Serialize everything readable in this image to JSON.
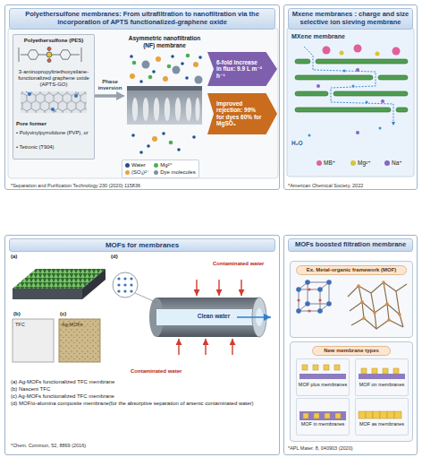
{
  "diagram": {
    "nodes": [
      {
        "text": [
          "Polyethersulfone membranes: From ultrafiltration to nanofiltration via the incorporation of APTS functionalized-graphene oxide"
        ]
      },
      {
        "text": [
          "Polyethersulfone (PES)",
          "3-aminopropyltriethoxysilane-functionalized graphene oxide (APTS-GO)",
          "Pore former",
          "• Polyvinylpyrrolidone (PVP), or",
          "• Tetronic (T904)"
        ],
        "in": 0
      },
      {
        "text": [
          "Asymmetric nanofiltration (NF) membrane"
        ],
        "in": 0
      },
      {
        "text": [
          "6-fold increase in flux: 9.9 L m⁻² h⁻¹"
        ],
        "in": 0
      },
      {
        "text": [
          "Improved rejection: 99% for dyes 60% for MgSO₄"
        ],
        "in": 0
      },
      {
        "text": [
          "Mxene membranes : charge and size selective ion sieving membrane"
        ]
      },
      {
        "text": [
          "MOFs for membranes"
        ]
      },
      {
        "text": [
          "MOFs boosted filtration membrane"
        ]
      },
      {
        "text": [
          "Ex. Metal-organic framework (MOF)"
        ],
        "in": 7
      },
      {
        "text": [
          "New membrane types"
        ],
        "in": 7
      },
      {
        "text": [
          "MOF plus membranes"
        ],
        "in": 9
      },
      {
        "text": [
          "MOF on membranes"
        ],
        "in": 9
      },
      {
        "text": [
          "MOF in membranes"
        ],
        "in": 9
      },
      {
        "text": [
          "MOF as membranes"
        ],
        "in": 9
      }
    ],
    "edges": [
      {
        "from": 1,
        "to": 2,
        "label": "Phase inversion",
        "arrow": "to"
      }
    ],
    "labels": [
      "*Separation and Purification Technology 230 (2020) 115836",
      "MXene membrane",
      "H₂O",
      "MB⁺",
      "Mg²⁺",
      "Na⁺",
      "*American Chemical Society, 2022",
      "(a)",
      "(b)",
      "TFC",
      "(c)",
      "Ag-MOFs",
      "(d)",
      "Contaminated water",
      "Clean water",
      "Contaminated water",
      "(a) Ag-MOFs functionalized TFC membrane",
      "(b) Nascent TFC",
      "(c) Ag-MOFs functionalized TFC membrane",
      "(d) MOF/α-alumina composite membrane(for the absorptive separation of arsenic contaminated water)",
      "*Chem. Commun, 52, 8869 (2016)",
      "*APL Mater. 8, 040903 (2020)"
    ],
    "legend": [
      {
        "text": "Water",
        "color": "#22508f"
      },
      {
        "text": "Mg²⁺",
        "color": "#4caf50"
      },
      {
        "text": "(SO₄)²⁻",
        "color": "#e8a33d"
      },
      {
        "text": "Dye molecules",
        "color": "#7f8fa6"
      }
    ]
  }
}
